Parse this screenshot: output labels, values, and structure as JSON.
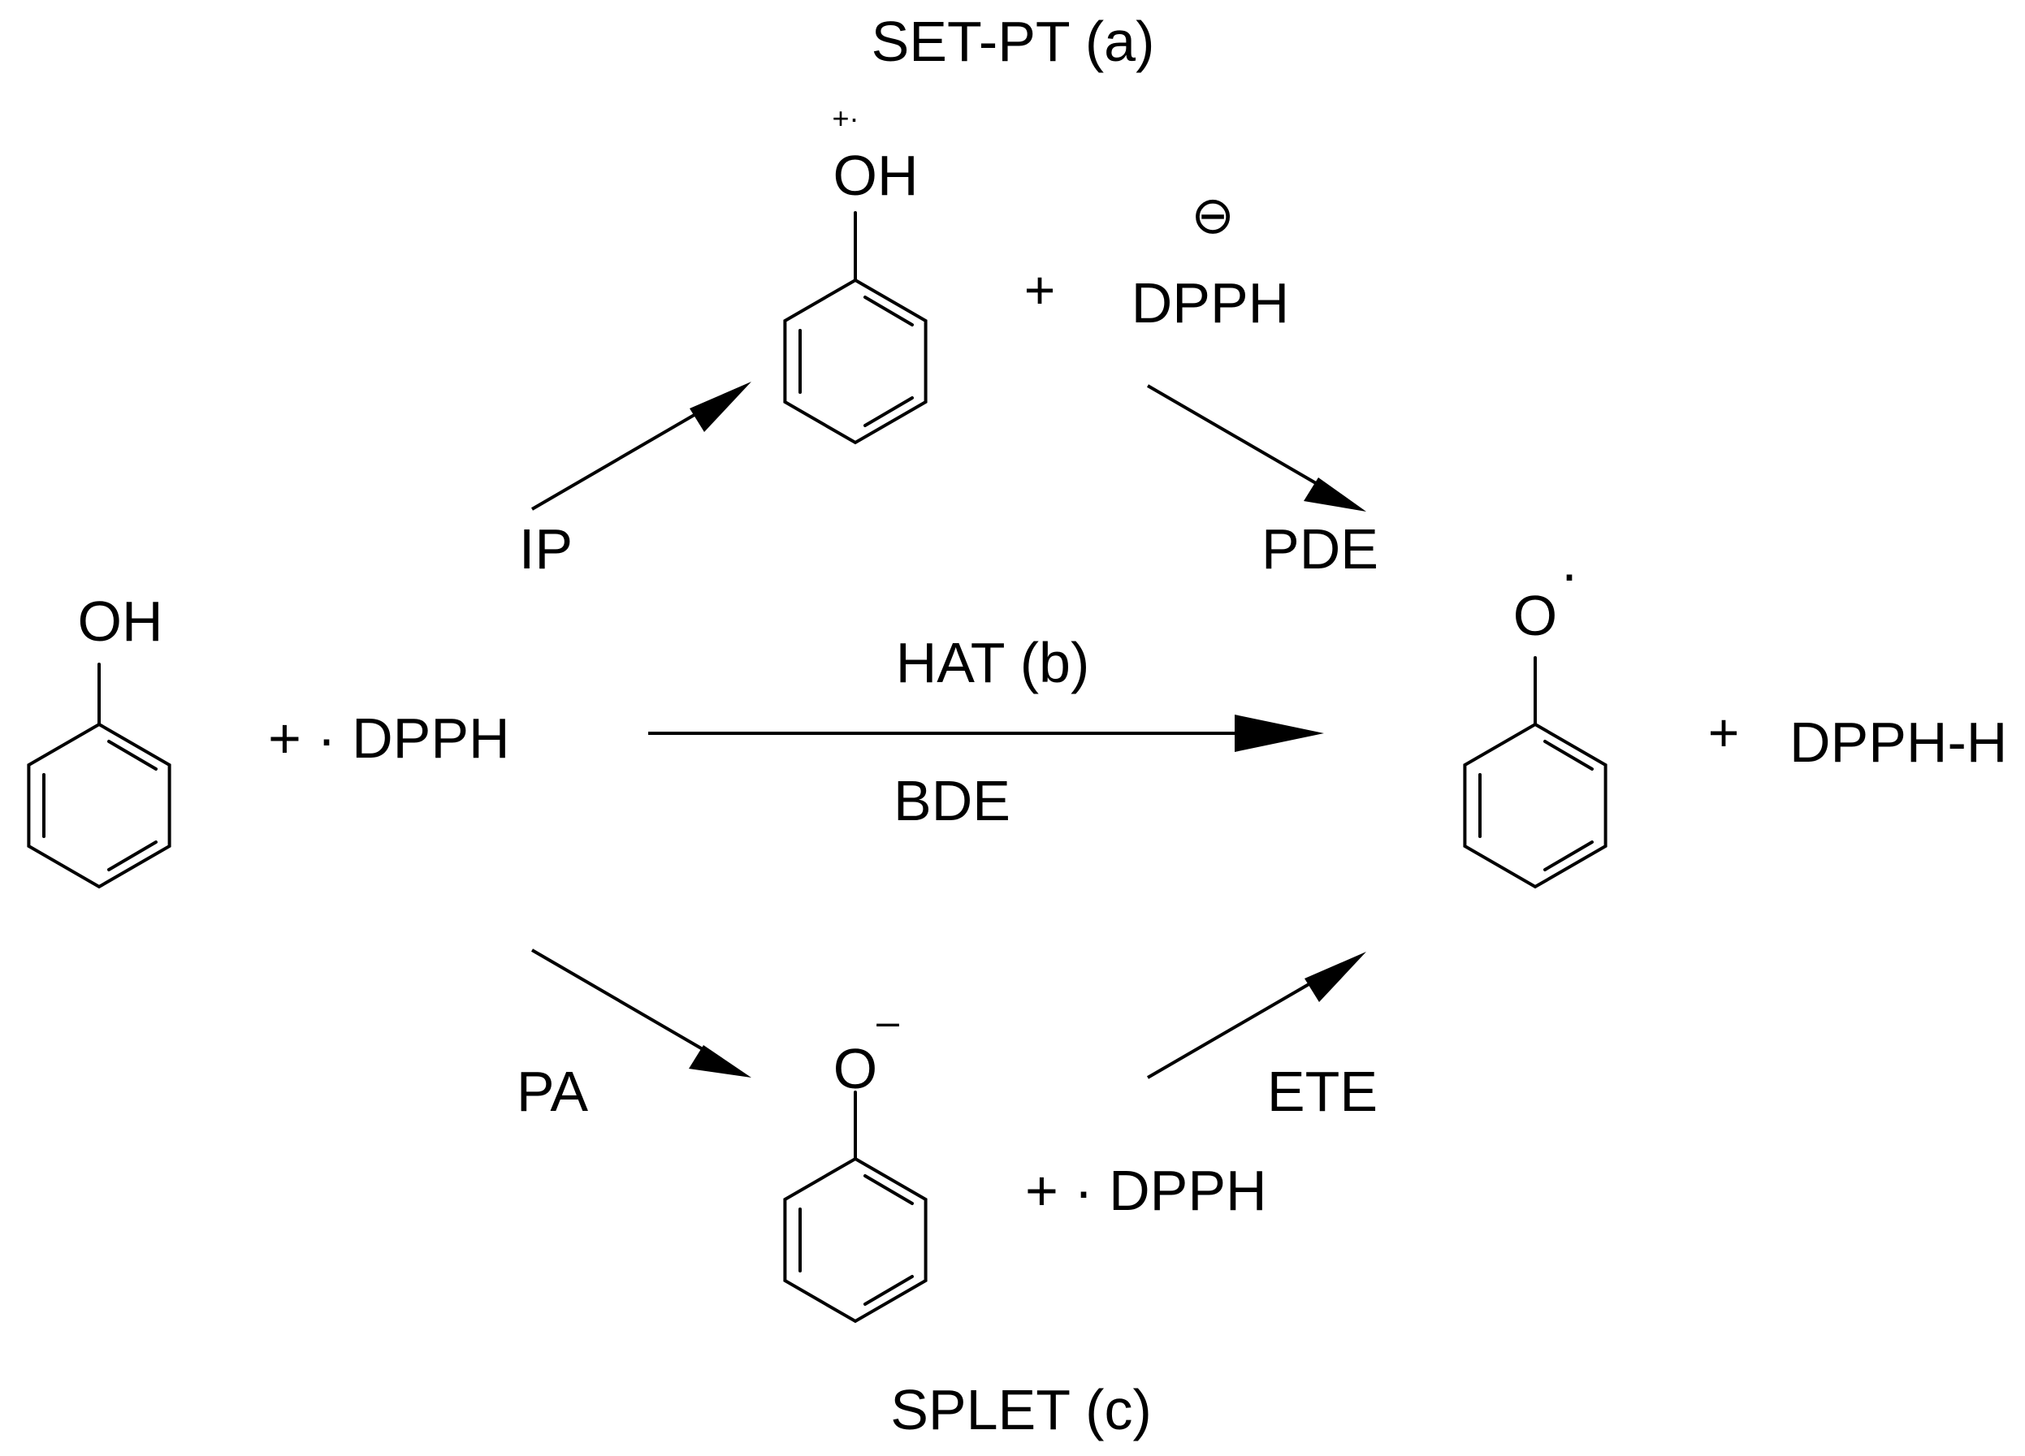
{
  "pathways": {
    "set_pt": {
      "title": "SET-PT (a)",
      "step1": "IP",
      "step2": "PDE"
    },
    "hat": {
      "title": "HAT (b)",
      "step": "BDE"
    },
    "splet": {
      "title": "SPLET (c)",
      "step1": "PA",
      "step2": "ETE"
    }
  },
  "species": {
    "phenol_group": "OH",
    "radical_cation_group": "OH",
    "radical_cation_charge": "+·",
    "phenoxide_group": "O",
    "phenoxide_charge": "–",
    "phenoxyl_group": "O",
    "phenoxyl_radical_dot": "·",
    "dpph_anion_charge": "⊖",
    "plus": "+",
    "dpph_radical_left": "+ · DPPH",
    "dpph_anion": "DPPH",
    "dpph_radical_bottom": "+ · DPPH",
    "dpph_h": "DPPH-H"
  }
}
